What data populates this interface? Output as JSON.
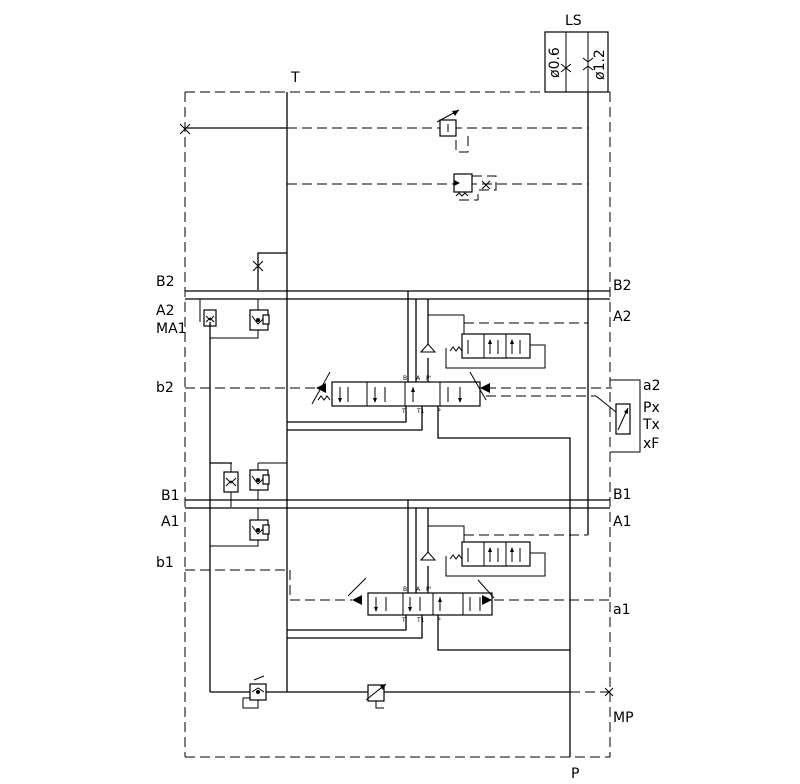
{
  "ports": {
    "T": "T",
    "LS": "LS",
    "P": "P",
    "MP": "MP",
    "B2": "B2",
    "A2": "A2",
    "MA1": "MA1",
    "b2": "b2",
    "B1": "B1",
    "A1": "A1",
    "b1": "b1",
    "a2": "a2",
    "Px": "Px",
    "Tx": "Tx",
    "xF": "xF",
    "a1": "a1"
  },
  "orifices": {
    "o1": "ø0.6",
    "o2": "ø1.2"
  },
  "spool_ports": {
    "B": "B",
    "A": "A",
    "Pp": "P'",
    "T": "T",
    "T1": "T1",
    "P": "P"
  }
}
